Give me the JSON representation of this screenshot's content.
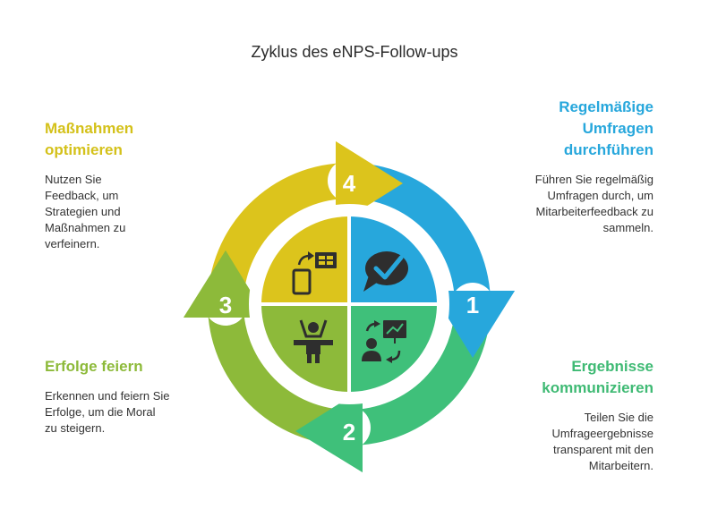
{
  "title": "Zyklus des eNPS-Follow-ups",
  "steps": [
    {
      "number": "1",
      "heading": "Regelmäßige Umfragen durchführen",
      "description": "Führen Sie regelmäßig Umfragen durch, um Mitarbeiterfeedback zu sammeln.",
      "color": "#27a7dc",
      "icon": "chat-check-icon"
    },
    {
      "number": "2",
      "heading": "Ergebnisse kommunizieren",
      "description": "Teilen Sie die Umfrageergebnisse transparent mit den Mitarbeitern.",
      "color": "#3fba74",
      "icon": "presentation-icon"
    },
    {
      "number": "3",
      "heading": "Erfolge feiern",
      "description": "Erkennen und feiern Sie Erfolge, um die Moral zu steigern.",
      "color": "#8dba3a",
      "icon": "celebration-icon"
    },
    {
      "number": "4",
      "heading": "Maßnahmen optimieren",
      "description": "Nutzen Sie Feedback, um Strategien und Maßnahmen zu verfeinern.",
      "color": "#d4c11a",
      "icon": "mobile-sync-icon"
    }
  ]
}
